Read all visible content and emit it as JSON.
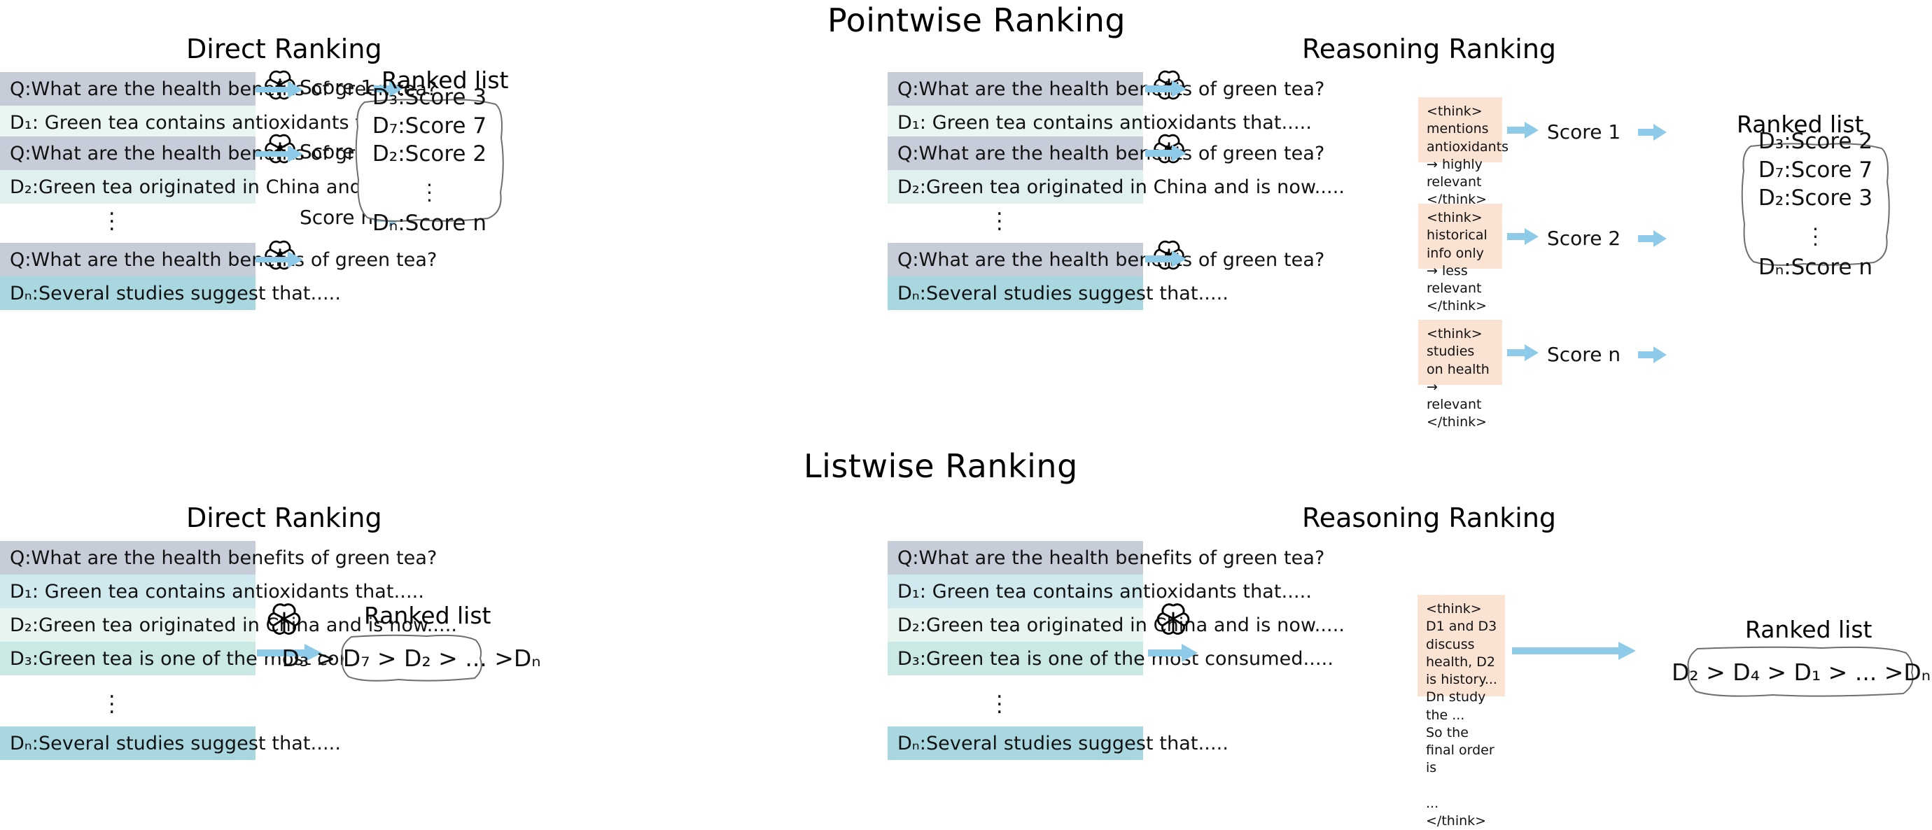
{
  "sections": [
    {
      "title": "Pointwise Ranking"
    },
    {
      "title": "Listwise Ranking"
    }
  ],
  "panel_titles": {
    "direct": "Direct Ranking",
    "reasoning": "Reasoning Ranking"
  },
  "box_titles": {
    "ranked_list": "Ranked list"
  },
  "icons": {
    "model": "openai-logo-icon",
    "arrow": "arrow-right-icon",
    "ellipsis": "vertical-ellipsis-icon"
  },
  "colors": {
    "query_bg": "#c6ccd8",
    "doc_bg_1": "#e9f6f2",
    "doc_bg_2": "#dff0ee",
    "doc_bg_3": "#cbe9e4",
    "doc_bg_n": "#a9d7e0",
    "think_bg": "#fbe3d4",
    "arrow": "#8ecbe8",
    "text": "#111111"
  },
  "query": "Q:What are the health benefits of green tea?",
  "docs": {
    "d1": "D₁: Green tea contains antioxidants that.....",
    "d2": "D₂:Green tea originated in China and is now.....",
    "d3": "D₃:Green tea is one of the most consumed.....",
    "dn": "Dₙ:Several studies suggest that....."
  },
  "pointwise": {
    "direct": {
      "scores": [
        "Score 1",
        "Score 2",
        "Score n"
      ],
      "ranked_list": {
        "lines": [
          "D₃:Score 3",
          "D₇:Score 7",
          "D₂:Score 2"
        ],
        "tail": "Dₙ:Score n"
      }
    },
    "reasoning": {
      "think_blocks": [
        "<think>\nmentions antioxidants\n→ highly relevant\n</think>",
        "<think>\nhistorical info only\n → less relevant\n</think>",
        "<think>\nstudies on health\n→ relevant\n</think>"
      ],
      "scores": [
        "Score 1",
        "Score 2",
        "Score n"
      ],
      "ranked_list": {
        "lines": [
          "D₃:Score 2",
          "D₇:Score 7",
          "D₂:Score 3"
        ],
        "tail": "Dₙ:Score n"
      }
    }
  },
  "listwise": {
    "direct": {
      "ranked_list": {
        "text": "D₃ > D₇ > D₂ > ... >Dₙ"
      }
    },
    "reasoning": {
      "think_block": "<think>\nD1 and D3 discuss\nhealth, D2 is history...\nDn study the ...\nSo the final order is\n\n...\n</think>",
      "ranked_list": {
        "text": "D₂ > D₄ > D₁ > ... >Dₙ"
      }
    }
  }
}
